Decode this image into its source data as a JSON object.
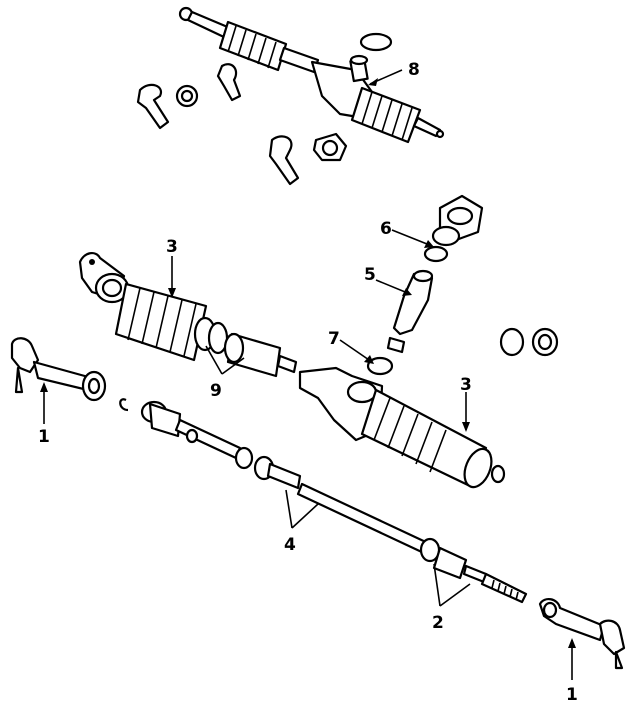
{
  "callouts": [
    {
      "id": "c8",
      "label": "8"
    },
    {
      "id": "c3a",
      "label": "3"
    },
    {
      "id": "c6",
      "label": "6"
    },
    {
      "id": "c5",
      "label": "5"
    },
    {
      "id": "c7",
      "label": "7"
    },
    {
      "id": "c9",
      "label": "9"
    },
    {
      "id": "c3b",
      "label": "3"
    },
    {
      "id": "c1a",
      "label": "1"
    },
    {
      "id": "c4",
      "label": "4"
    },
    {
      "id": "c2",
      "label": "2"
    },
    {
      "id": "c1b",
      "label": "1"
    }
  ]
}
